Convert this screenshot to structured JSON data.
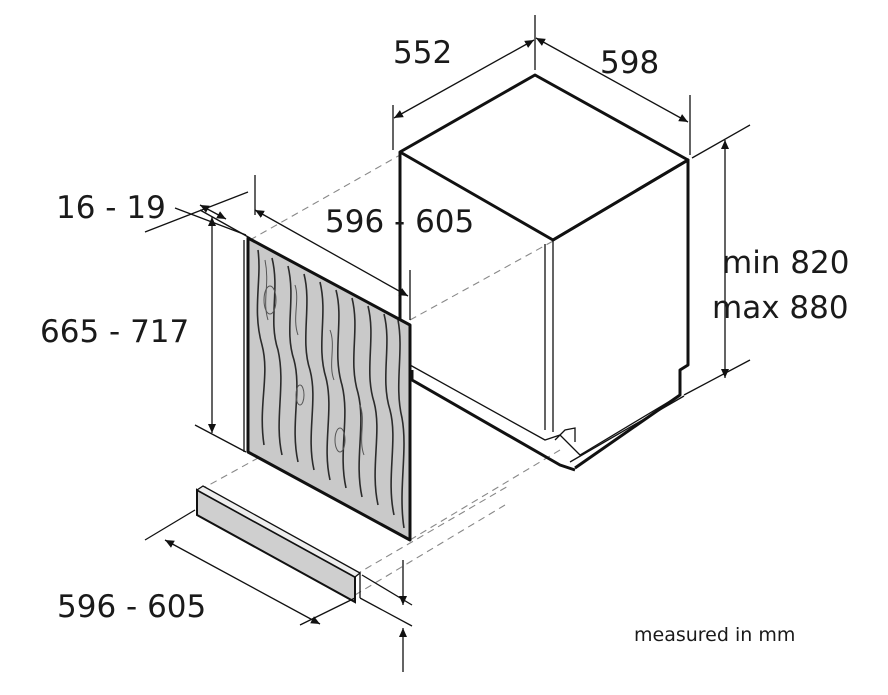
{
  "dimensions": {
    "depth": "552",
    "width": "598",
    "panel_thickness": "16 - 19",
    "panel_width": "596 - 605",
    "panel_height": "665 - 717",
    "height_min": "min 820",
    "height_max": "max 880",
    "kick_width": "596 - 605"
  },
  "note": "measured in mm",
  "colors": {
    "stroke": "#111111",
    "dashed": "#888888",
    "wood_base": "#c9c9c9",
    "kickplate": "#cfcfcf",
    "text": "#1a1a1a"
  }
}
